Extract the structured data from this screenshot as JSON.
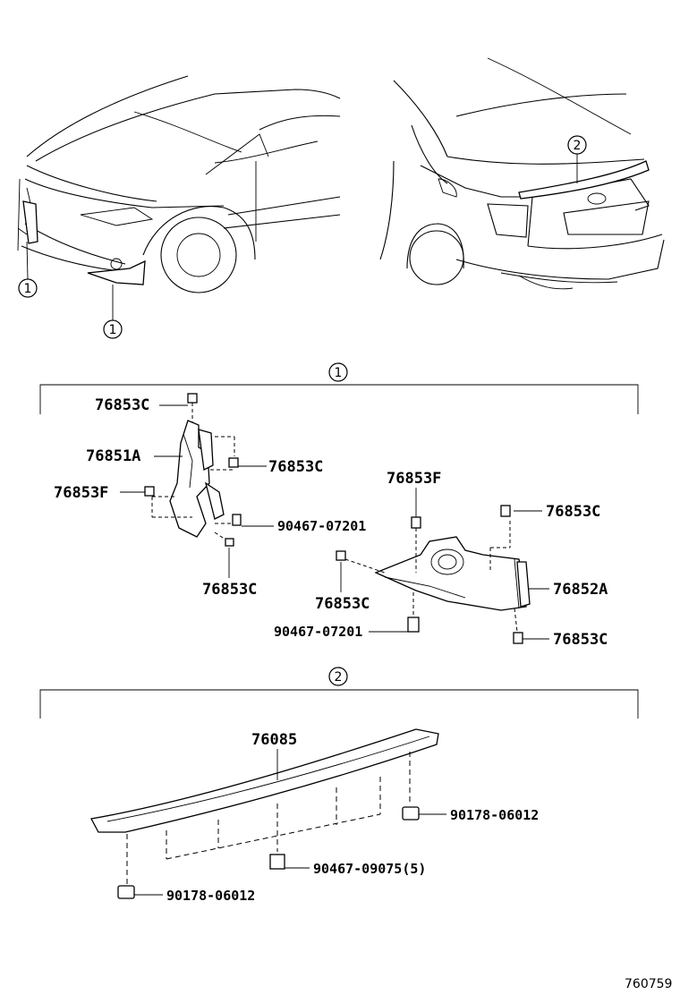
{
  "callouts": {
    "one": "1",
    "two": "2"
  },
  "section1_parts": {
    "p1": "76853C",
    "p2": "76851A",
    "p3": "76853C",
    "p4": "76853F",
    "p5": "90467-07201",
    "p6": "76853C",
    "p7": "76853F",
    "p8": "76853C",
    "p9": "76853C",
    "p10": "76852A",
    "p11": "90467-07201",
    "p12": "76853C"
  },
  "section2_parts": {
    "p1": "76085",
    "p2": "90178-06012",
    "p3": "90467-09075(5)",
    "p4": "90178-06012"
  },
  "diagram_id": "760759"
}
